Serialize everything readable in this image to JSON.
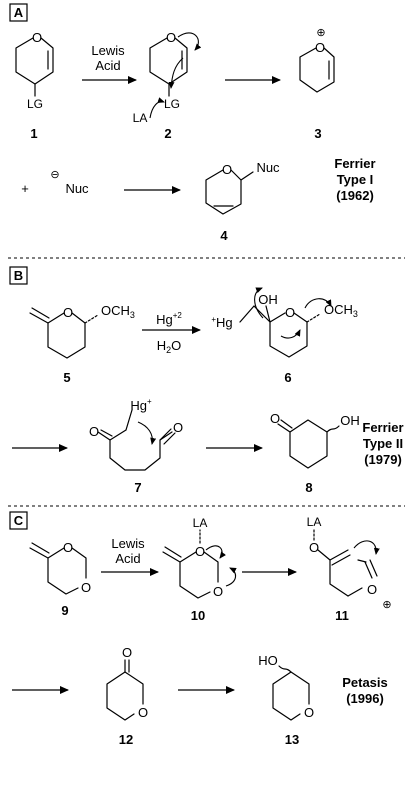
{
  "panels": [
    {
      "label": "A",
      "reagent_lines": [
        "Lewis",
        "Acid"
      ],
      "compounds": [
        "1",
        "2",
        "3",
        "4"
      ],
      "atoms": {
        "O": "O",
        "LG": "LG",
        "LA": "LA",
        "Nuc": "Nuc",
        "plus": "+"
      },
      "charges": {
        "oxocarbenium": "⊕",
        "nucleophile": "⊖"
      },
      "name_lines": [
        "Ferrier",
        "Type I",
        "(1962)"
      ]
    },
    {
      "label": "B",
      "reagent_top": "Hg",
      "reagent_top_sup": "+2",
      "reagent_bottom": "H",
      "reagent_bottom_sub": "2",
      "reagent_bottom_tail": "O",
      "compounds": [
        "5",
        "6",
        "7",
        "8"
      ],
      "atoms": {
        "O": "O",
        "OCH": "OCH",
        "sub3": "3",
        "OH": "OH",
        "Hg": "Hg",
        "plus": "+"
      },
      "name_lines": [
        "Ferrier",
        "Type II",
        "(1979)"
      ]
    },
    {
      "label": "C",
      "reagent_lines": [
        "Lewis",
        "Acid"
      ],
      "compounds": [
        "9",
        "10",
        "11",
        "12",
        "13"
      ],
      "atoms": {
        "O": "O",
        "LA": "LA",
        "HO": "HO"
      },
      "charges": {
        "oxocarbenium": "⊕"
      },
      "name_lines": [
        "Petasis",
        "(1996)"
      ]
    }
  ]
}
